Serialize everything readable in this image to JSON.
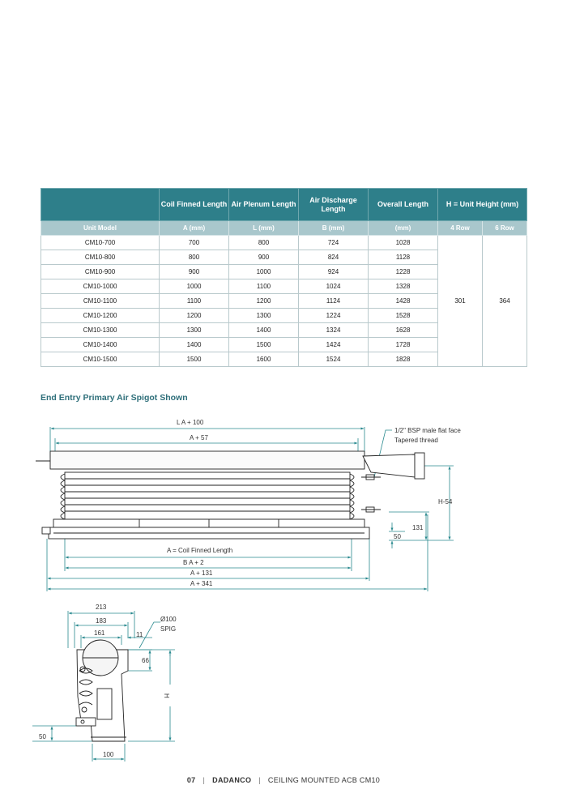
{
  "table": {
    "header_top": [
      "",
      "Coil Finned Length",
      "Air Plenum Length",
      "Air Discharge Length",
      "Overall Length",
      "H = Unit Height (mm)"
    ],
    "header_sub": [
      "Unit Model",
      "A (mm)",
      "L (mm)",
      "B (mm)",
      "(mm)",
      "4 Row",
      "6 Row"
    ],
    "rows": [
      [
        "CM10-700",
        "700",
        "800",
        "724",
        "1028"
      ],
      [
        "CM10-800",
        "800",
        "900",
        "824",
        "1128"
      ],
      [
        "CM10-900",
        "900",
        "1000",
        "924",
        "1228"
      ],
      [
        "CM10-1000",
        "1000",
        "1100",
        "1024",
        "1328"
      ],
      [
        "CM10-1100",
        "1100",
        "1200",
        "1124",
        "1428"
      ],
      [
        "CM10-1200",
        "1200",
        "1300",
        "1224",
        "1528"
      ],
      [
        "CM10-1300",
        "1300",
        "1400",
        "1324",
        "1628"
      ],
      [
        "CM10-1400",
        "1400",
        "1500",
        "1424",
        "1728"
      ],
      [
        "CM10-1500",
        "1500",
        "1600",
        "1524",
        "1828"
      ]
    ],
    "height_4row": "301",
    "height_6row": "364",
    "colors": {
      "header": "#2e7f8a",
      "subheader": "#a9c7cc",
      "border": "#b9c9cc"
    }
  },
  "section_heading": "End Entry Primary Air Spigot Shown",
  "side_view": {
    "dim_L": "L   A + 100",
    "dim_A57": "A + 57",
    "note_bsp": "1/2\" BSP male flat face",
    "note_thread": "Tapered thread",
    "dim_H54": "H-54",
    "dim_131": "131",
    "dim_50": "50",
    "dim_coil": "A = Coil Finned Length",
    "dim_B": "B   A + 2",
    "dim_A131": "A + 131",
    "dim_A341": "A + 341"
  },
  "end_view": {
    "dim_213": "213",
    "dim_183": "183",
    "dim_161": "161",
    "dim_11": "11",
    "dim_66": "66",
    "dim_H": "H",
    "dim_50": "50",
    "dim_100": "100",
    "spigot_dia": "Ø100",
    "spigot_label": "SPIG"
  },
  "footer": {
    "page_no": "07",
    "brand": "DADANCO",
    "doc_title": "CEILING MOUNTED ACB CM10"
  }
}
